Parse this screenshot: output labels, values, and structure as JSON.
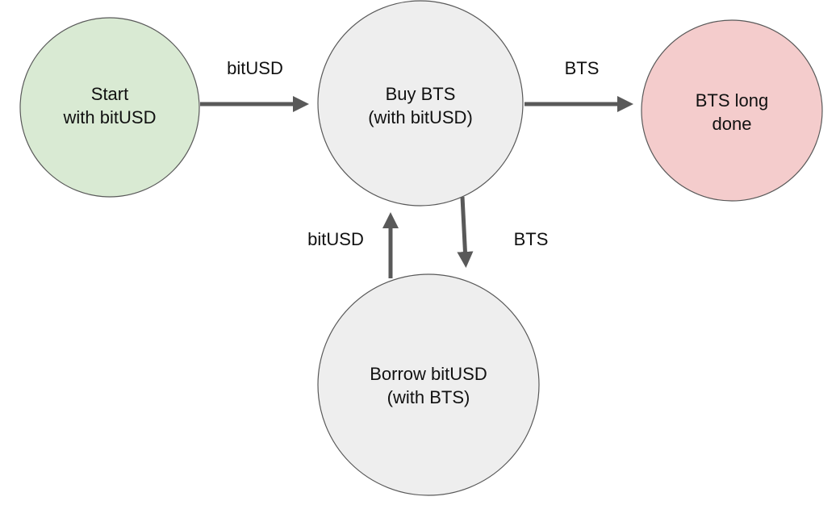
{
  "nodes": {
    "start": {
      "line1": "Start",
      "line2": "with bitUSD",
      "fill": "#d9ead3"
    },
    "buy": {
      "line1": "Buy BTS",
      "line2": "(with bitUSD)",
      "fill": "#eeeeee"
    },
    "done": {
      "line1": "BTS long",
      "line2": "done",
      "fill": "#f4cccc"
    },
    "borrow": {
      "line1": "Borrow bitUSD",
      "line2": "(with BTS)",
      "fill": "#eeeeee"
    }
  },
  "edges": {
    "start_to_buy": {
      "label": "bitUSD"
    },
    "buy_to_done": {
      "label": "BTS"
    },
    "buy_to_borrow": {
      "label": "BTS"
    },
    "borrow_to_buy": {
      "label": "bitUSD"
    }
  },
  "colors": {
    "stroke": "#595959",
    "arrow": "#595959"
  }
}
